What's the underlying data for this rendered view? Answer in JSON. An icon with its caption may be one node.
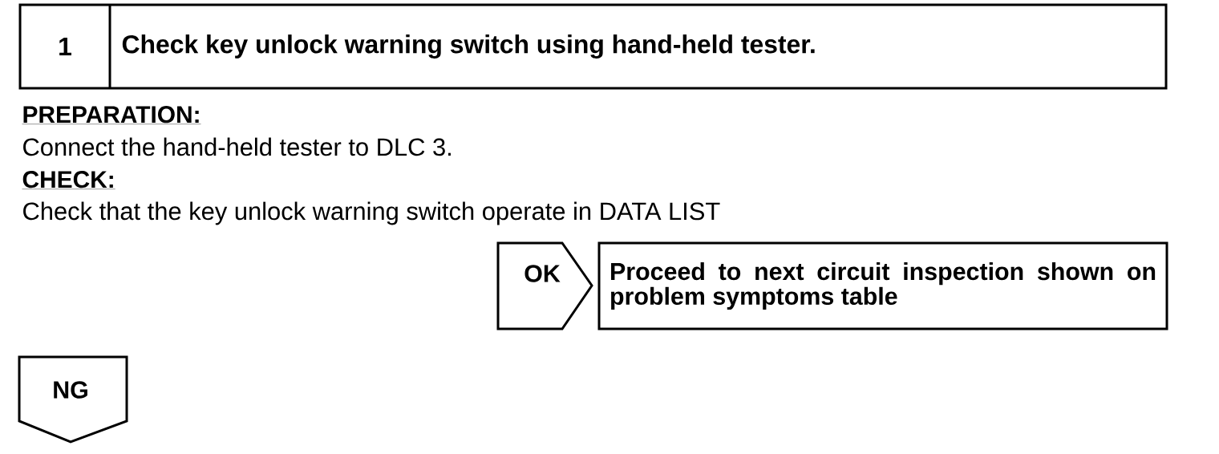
{
  "diagram": {
    "nodes": [
      {
        "text": [
          "1",
          "Check key unlock warning switch using hand-held tester."
        ]
      },
      {
        "text": [
          "OK"
        ]
      },
      {
        "text": [
          "Proceed to next circuit inspection shown on problem symptoms table"
        ]
      },
      {
        "text": [
          "NG"
        ]
      }
    ],
    "labels": [
      "PREPARATION:",
      "Connect the hand-held tester to DLC 3.",
      "CHECK:",
      "Check that the key unlock warning switch operate in DATA LIST"
    ]
  }
}
